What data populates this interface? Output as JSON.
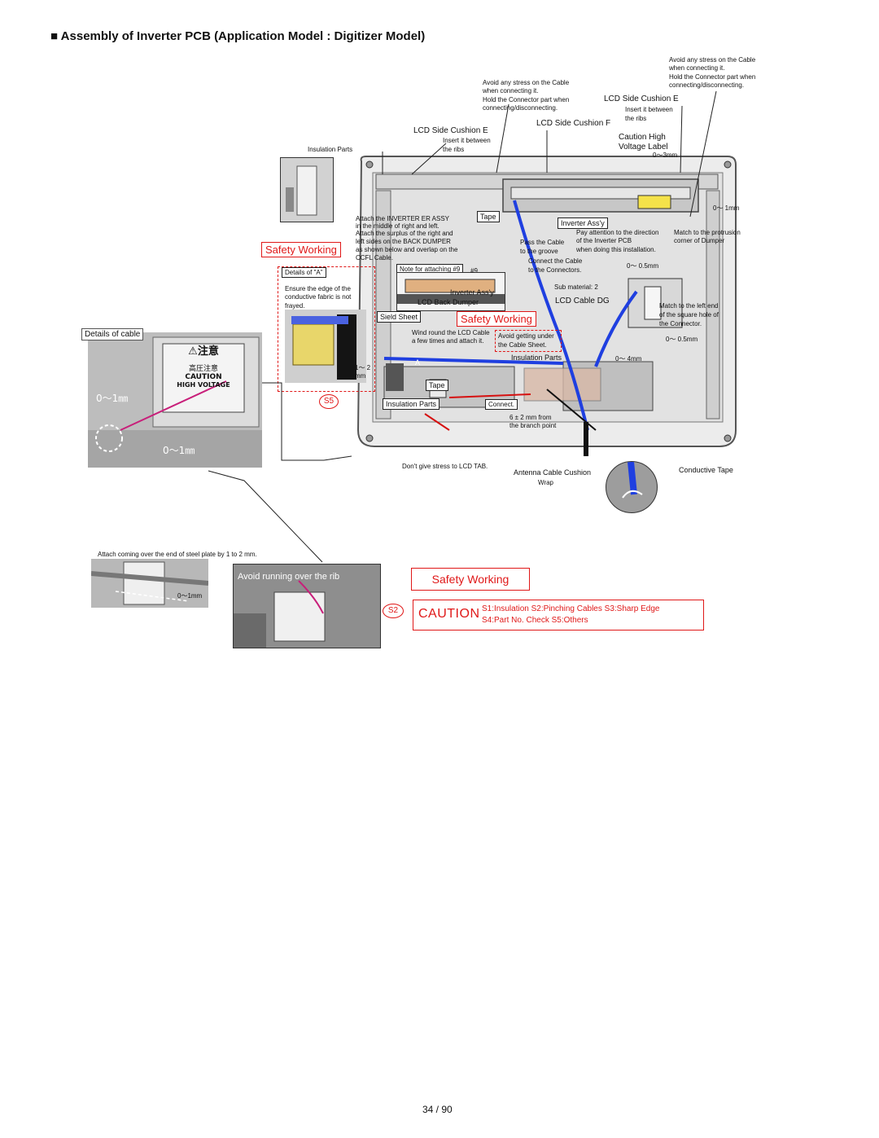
{
  "title": "■ Assembly of Inverter PCB (Application Model : Digitizer Model)",
  "page_number": "34 / 90",
  "colors": {
    "safety_red": "#e01818",
    "cable_blue": "#1f3fe0",
    "photo_gray": "#c9c9c9"
  },
  "callouts": {
    "avoid_stress_top_right": [
      "Avoid any stress on the Cable",
      "when connecting it.",
      "Hold the Connector part when",
      "connecting/disconnecting."
    ],
    "avoid_stress_top_mid": [
      "Avoid any stress on the Cable",
      "when connecting it.",
      "Hold the Connector part when",
      "connecting/disconnecting."
    ],
    "lcd_side_cushion_e_right": "LCD Side Cushion E",
    "insert_ribs_right": [
      "Insert it between",
      "the ribs"
    ],
    "lcd_side_cushion_f": "LCD Side Cushion F",
    "lcd_side_cushion_e_left": "LCD Side Cushion E",
    "insert_ribs_left": [
      "Insert it between",
      "the ribs"
    ],
    "caution_high": [
      "Caution High",
      "Voltage Label"
    ],
    "zero_3mm": "0～3mm",
    "insulation_parts_top": "Insulation Parts",
    "zero_1mm_right": "0～ 1mm",
    "attach_inverter": [
      "Attach the INVERTER ER ASSY",
      "in the middle of right and left.",
      "Attach the surplus of the right and",
      "left sides on the BACK DUMPER",
      "as shown below and overlap on the",
      "CCFL Cable."
    ],
    "tape_top": "Tape",
    "inverter_assy_top": "Inverter Ass'y",
    "pay_attention": [
      "Pay attention to the direction",
      "of the Inverter PCB",
      "when doing this installation."
    ],
    "match_protrusion": [
      "Match to the protrusion",
      "corner of Dumper"
    ],
    "pass_cable": [
      "Pass the Cable",
      "to the groove"
    ],
    "connect_cable": [
      "Connect the Cable",
      "to the Connectors."
    ],
    "details_a": "Details of \"A\"",
    "note_attaching": "Note for attaching #9",
    "hash9": "#9",
    "zero_05mm_top": "0～ 0.5mm",
    "ensure_edge": [
      "Ensure the edge of the",
      "conductive fabric is not",
      "frayed."
    ],
    "inverter_assy_mid": "Inverter Ass'y",
    "lcd_back_dumper": "LCD Back Dumper",
    "sub_material": "Sub material: 2",
    "lcd_cable_dg": "LCD Cable DG",
    "sield_sheet": "Sield Sheet",
    "match_left_end": [
      "Match to the left end",
      "of the square hole of",
      "the Connector."
    ],
    "wind_round": [
      "Wind round the LCD Cable",
      "a few times and attach it."
    ],
    "avoid_getting": [
      "Avoid getting under",
      "the Cable Sheet."
    ],
    "zero_05mm_bot": "0～ 0.5mm",
    "insulation_parts_mid": "Insulation Parts",
    "zero_4mm": "0～ 4mm",
    "one_2mm": [
      "1～ 2",
      "mm"
    ],
    "a_label": "A",
    "tape_mid": "Tape",
    "insulation_parts_bot": "Insulation Parts",
    "connect": "Connect.",
    "six_2mm": [
      "6 ± 2 mm from",
      "the branch point"
    ],
    "dont_give_stress": "Don't give stress  to LCD TAB.",
    "antenna_cushion": "Antenna Cable Cushion",
    "conductive_tape": "Conductive Tape",
    "wrap": "Wrap",
    "details_cable": "Details of cable",
    "zero_1mm_a": "0～1㎜",
    "zero_1mm_b": "0～1㎜",
    "attach_coming": "Attach coming over the end of steel plate by 1 to 2 mm.",
    "zero_1mm_small": "0～1mm",
    "avoid_running": "Avoid running over the rib"
  },
  "safety": {
    "safety_working": "Safety Working",
    "s5": "S5",
    "s2": "S2",
    "caution": "CAUTION",
    "legend_line1": "S1:Insulation  S2:Pinching Cables  S3:Sharp Edge",
    "legend_line2": "S4:Part No. Check  S5:Others"
  },
  "warning_label": {
    "kanji": "⚠注意",
    "kanji2": "高圧注意",
    "caution": "CAUTION",
    "high_voltage": "HIGH VOLTAGE"
  }
}
